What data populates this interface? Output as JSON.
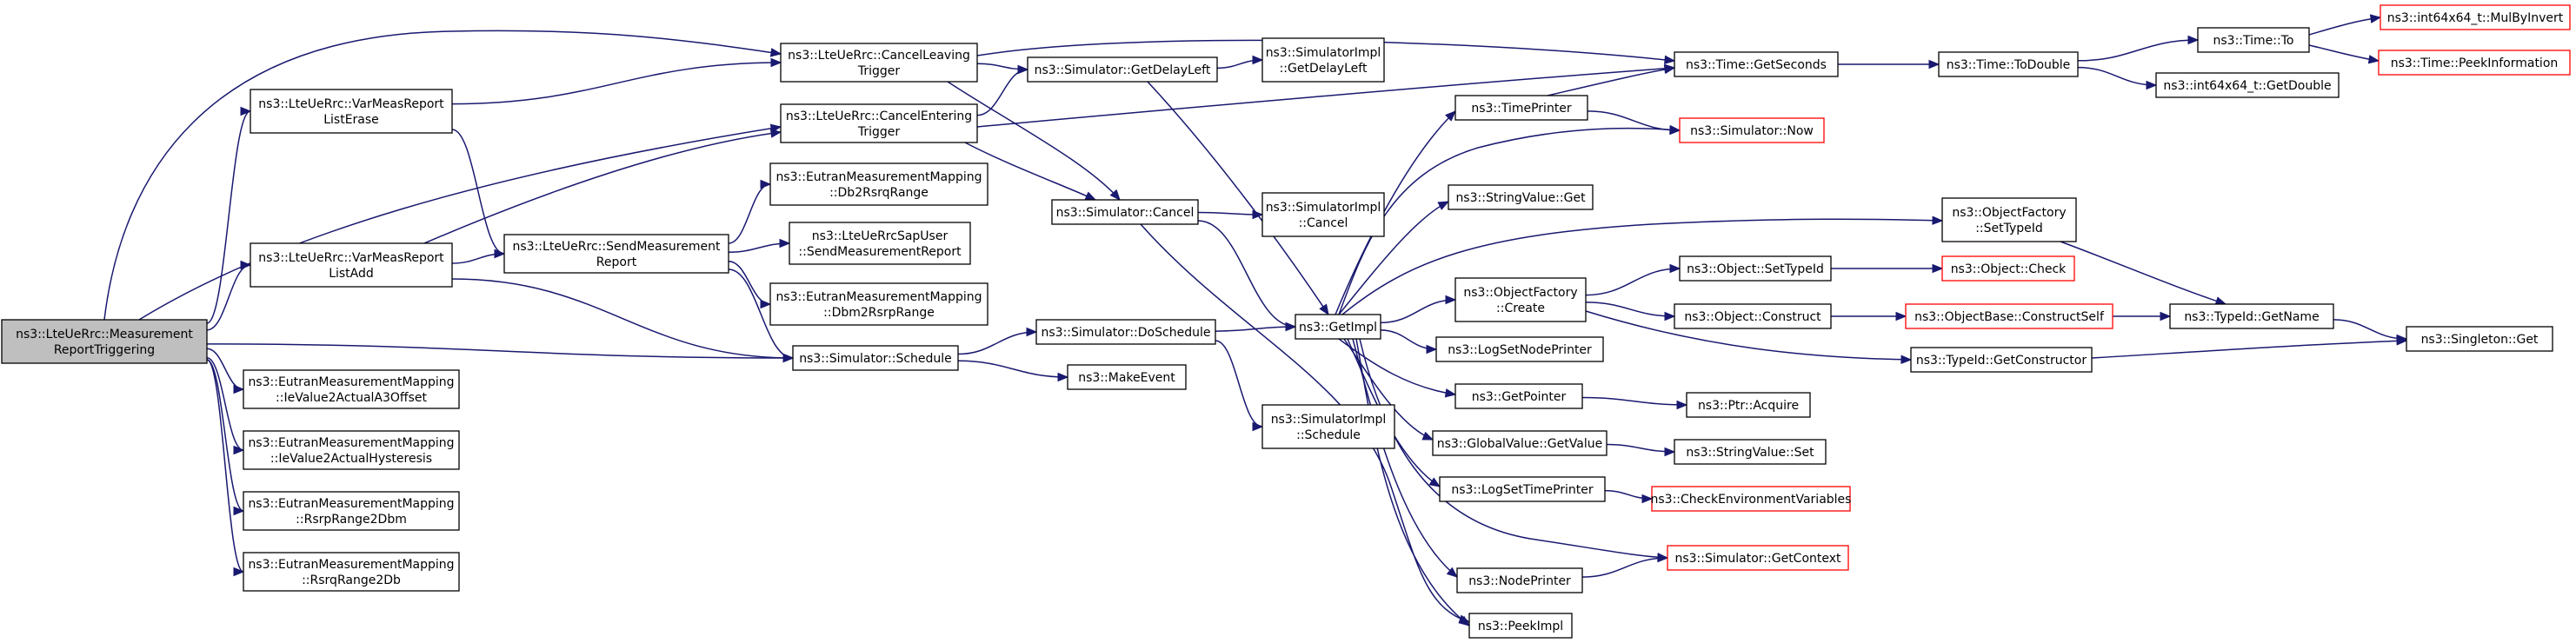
{
  "colors": {
    "root_fill": "#bfbfbf",
    "node_fill": "#ffffff",
    "node_border": "#000000",
    "external_border": "#ff0000",
    "edge": "#191970"
  },
  "nodes": [
    {
      "id": "measurementReportTriggering",
      "lines": [
        "ns3::LteUeRrc::Measurement",
        "ReportTriggering"
      ],
      "style": "root"
    },
    {
      "id": "varMeasReportListErase",
      "lines": [
        "ns3::LteUeRrc::VarMeasReport",
        "ListErase"
      ],
      "style": "normal"
    },
    {
      "id": "varMeasReportListAdd",
      "lines": [
        "ns3::LteUeRrc::VarMeasReport",
        "ListAdd"
      ],
      "style": "normal"
    },
    {
      "id": "ieValue2ActualA3Offset",
      "lines": [
        "ns3::EutranMeasurementMapping",
        "::IeValue2ActualA3Offset"
      ],
      "style": "normal"
    },
    {
      "id": "ieValue2ActualHysteresis",
      "lines": [
        "ns3::EutranMeasurementMapping",
        "::IeValue2ActualHysteresis"
      ],
      "style": "normal"
    },
    {
      "id": "rsrpRange2Dbm",
      "lines": [
        "ns3::EutranMeasurementMapping",
        "::RsrpRange2Dbm"
      ],
      "style": "normal"
    },
    {
      "id": "rsrqRange2Db",
      "lines": [
        "ns3::EutranMeasurementMapping",
        "::RsrqRange2Db"
      ],
      "style": "normal"
    },
    {
      "id": "cancelLeavingTrigger",
      "lines": [
        "ns3::LteUeRrc::CancelLeaving",
        "Trigger"
      ],
      "style": "normal"
    },
    {
      "id": "cancelEnteringTrigger",
      "lines": [
        "ns3::LteUeRrc::CancelEntering",
        "Trigger"
      ],
      "style": "normal"
    },
    {
      "id": "sendMeasurementReport",
      "lines": [
        "ns3::LteUeRrc::SendMeasurement",
        "Report"
      ],
      "style": "normal"
    },
    {
      "id": "db2RsrqRange",
      "lines": [
        "ns3::EutranMeasurementMapping",
        "::Db2RsrqRange"
      ],
      "style": "normal"
    },
    {
      "id": "sapUserSendMeasurementReport",
      "lines": [
        "ns3::LteUeRrcSapUser",
        "::SendMeasurementReport"
      ],
      "style": "normal"
    },
    {
      "id": "dbm2RsrpRange",
      "lines": [
        "ns3::EutranMeasurementMapping",
        "::Dbm2RsrpRange"
      ],
      "style": "normal"
    },
    {
      "id": "simulatorSchedule",
      "lines": [
        "ns3::Simulator::Schedule"
      ],
      "style": "normal"
    },
    {
      "id": "getDelayLeft",
      "lines": [
        "ns3::Simulator::GetDelayLeft"
      ],
      "style": "normal"
    },
    {
      "id": "simulatorCancel",
      "lines": [
        "ns3::Simulator::Cancel"
      ],
      "style": "normal"
    },
    {
      "id": "doSchedule",
      "lines": [
        "ns3::Simulator::DoSchedule"
      ],
      "style": "normal"
    },
    {
      "id": "makeEvent",
      "lines": [
        "ns3::MakeEvent"
      ],
      "style": "normal"
    },
    {
      "id": "implGetDelayLeft",
      "lines": [
        "ns3::SimulatorImpl",
        "::GetDelayLeft"
      ],
      "style": "normal"
    },
    {
      "id": "implCancel",
      "lines": [
        "ns3::SimulatorImpl",
        "::Cancel"
      ],
      "style": "normal"
    },
    {
      "id": "implSchedule",
      "lines": [
        "ns3::SimulatorImpl",
        "::Schedule"
      ],
      "style": "normal"
    },
    {
      "id": "getImpl",
      "lines": [
        "ns3::GetImpl"
      ],
      "style": "normal"
    },
    {
      "id": "timePrinter",
      "lines": [
        "ns3::TimePrinter"
      ],
      "style": "normal"
    },
    {
      "id": "stringValueGet",
      "lines": [
        "ns3::StringValue::Get"
      ],
      "style": "normal"
    },
    {
      "id": "objectFactoryCreate",
      "lines": [
        "ns3::ObjectFactory",
        "::Create"
      ],
      "style": "normal"
    },
    {
      "id": "logSetNodePrinter",
      "lines": [
        "ns3::LogSetNodePrinter"
      ],
      "style": "normal"
    },
    {
      "id": "getPointer",
      "lines": [
        "ns3::GetPointer"
      ],
      "style": "normal"
    },
    {
      "id": "globalValueGetValue",
      "lines": [
        "ns3::GlobalValue::GetValue"
      ],
      "style": "normal"
    },
    {
      "id": "logSetTimePrinter",
      "lines": [
        "ns3::LogSetTimePrinter"
      ],
      "style": "normal"
    },
    {
      "id": "nodePrinter",
      "lines": [
        "ns3::NodePrinter"
      ],
      "style": "normal"
    },
    {
      "id": "peekImpl",
      "lines": [
        "ns3::PeekImpl"
      ],
      "style": "normal"
    },
    {
      "id": "timeGetSeconds",
      "lines": [
        "ns3::Time::GetSeconds"
      ],
      "style": "normal"
    },
    {
      "id": "simulatorNow",
      "lines": [
        "ns3::Simulator::Now"
      ],
      "style": "external"
    },
    {
      "id": "objectSetTypeId",
      "lines": [
        "ns3::Object::SetTypeId"
      ],
      "style": "normal"
    },
    {
      "id": "objectConstruct",
      "lines": [
        "ns3::Object::Construct"
      ],
      "style": "normal"
    },
    {
      "id": "typeIdGetConstructor",
      "lines": [
        "ns3::TypeId::GetConstructor"
      ],
      "style": "normal"
    },
    {
      "id": "ptrAcquire",
      "lines": [
        "ns3::Ptr::Acquire"
      ],
      "style": "normal"
    },
    {
      "id": "stringValueSet",
      "lines": [
        "ns3::StringValue::Set"
      ],
      "style": "normal"
    },
    {
      "id": "checkEnvironmentVariables",
      "lines": [
        "ns3::CheckEnvironmentVariables"
      ],
      "style": "external"
    },
    {
      "id": "simulatorGetContext",
      "lines": [
        "ns3::Simulator::GetContext"
      ],
      "style": "external"
    },
    {
      "id": "objectFactorySetTypeId",
      "lines": [
        "ns3::ObjectFactory",
        "::SetTypeId"
      ],
      "style": "normal"
    },
    {
      "id": "objectCheck",
      "lines": [
        "ns3::Object::Check"
      ],
      "style": "external"
    },
    {
      "id": "objectBaseConstructSelf",
      "lines": [
        "ns3::ObjectBase::ConstructSelf"
      ],
      "style": "external"
    },
    {
      "id": "timeToDouble",
      "lines": [
        "ns3::Time::ToDouble"
      ],
      "style": "normal"
    },
    {
      "id": "timeTo",
      "lines": [
        "ns3::Time::To"
      ],
      "style": "normal"
    },
    {
      "id": "int64GetDouble",
      "lines": [
        "ns3::int64x64_t::GetDouble"
      ],
      "style": "normal"
    },
    {
      "id": "typeIdGetName",
      "lines": [
        "ns3::TypeId::GetName"
      ],
      "style": "normal"
    },
    {
      "id": "singletonGet",
      "lines": [
        "ns3::Singleton::Get"
      ],
      "style": "normal"
    },
    {
      "id": "mulByInvert",
      "lines": [
        "ns3::int64x64_t::MulByInvert"
      ],
      "style": "external"
    },
    {
      "id": "peekInformation",
      "lines": [
        "ns3::Time::PeekInformation"
      ],
      "style": "external"
    }
  ],
  "edges": [
    [
      "measurementReportTriggering",
      "varMeasReportListErase"
    ],
    [
      "measurementReportTriggering",
      "varMeasReportListAdd"
    ],
    [
      "measurementReportTriggering",
      "ieValue2ActualA3Offset"
    ],
    [
      "measurementReportTriggering",
      "ieValue2ActualHysteresis"
    ],
    [
      "measurementReportTriggering",
      "rsrpRange2Dbm"
    ],
    [
      "measurementReportTriggering",
      "rsrqRange2Db"
    ],
    [
      "measurementReportTriggering",
      "cancelLeavingTrigger"
    ],
    [
      "measurementReportTriggering",
      "cancelEnteringTrigger"
    ],
    [
      "measurementReportTriggering",
      "simulatorSchedule"
    ],
    [
      "varMeasReportListErase",
      "cancelLeavingTrigger"
    ],
    [
      "varMeasReportListErase",
      "sendMeasurementReport"
    ],
    [
      "varMeasReportListAdd",
      "cancelEnteringTrigger"
    ],
    [
      "varMeasReportListAdd",
      "sendMeasurementReport"
    ],
    [
      "varMeasReportListAdd",
      "simulatorSchedule"
    ],
    [
      "cancelLeavingTrigger",
      "getDelayLeft"
    ],
    [
      "cancelLeavingTrigger",
      "simulatorCancel"
    ],
    [
      "cancelLeavingTrigger",
      "timeGetSeconds"
    ],
    [
      "cancelEnteringTrigger",
      "getDelayLeft"
    ],
    [
      "cancelEnteringTrigger",
      "simulatorCancel"
    ],
    [
      "cancelEnteringTrigger",
      "timeGetSeconds"
    ],
    [
      "sendMeasurementReport",
      "db2RsrqRange"
    ],
    [
      "sendMeasurementReport",
      "sapUserSendMeasurementReport"
    ],
    [
      "sendMeasurementReport",
      "dbm2RsrpRange"
    ],
    [
      "sendMeasurementReport",
      "simulatorSchedule"
    ],
    [
      "simulatorSchedule",
      "doSchedule"
    ],
    [
      "simulatorSchedule",
      "makeEvent"
    ],
    [
      "getDelayLeft",
      "implGetDelayLeft"
    ],
    [
      "getDelayLeft",
      "getImpl"
    ],
    [
      "simulatorCancel",
      "implCancel"
    ],
    [
      "simulatorCancel",
      "getImpl"
    ],
    [
      "simulatorCancel",
      "peekImpl"
    ],
    [
      "doSchedule",
      "getImpl"
    ],
    [
      "doSchedule",
      "implSchedule"
    ],
    [
      "getImpl",
      "timePrinter"
    ],
    [
      "getImpl",
      "stringValueGet"
    ],
    [
      "getImpl",
      "objectFactoryCreate"
    ],
    [
      "getImpl",
      "logSetNodePrinter"
    ],
    [
      "getImpl",
      "getPointer"
    ],
    [
      "getImpl",
      "globalValueGetValue"
    ],
    [
      "getImpl",
      "logSetTimePrinter"
    ],
    [
      "getImpl",
      "nodePrinter"
    ],
    [
      "getImpl",
      "peekImpl"
    ],
    [
      "getImpl",
      "simulatorNow"
    ],
    [
      "getImpl",
      "simulatorGetContext"
    ],
    [
      "getImpl",
      "objectFactorySetTypeId"
    ],
    [
      "timePrinter",
      "timeGetSeconds"
    ],
    [
      "timePrinter",
      "simulatorNow"
    ],
    [
      "objectFactoryCreate",
      "objectSetTypeId"
    ],
    [
      "objectFactoryCreate",
      "objectConstruct"
    ],
    [
      "objectFactoryCreate",
      "typeIdGetConstructor"
    ],
    [
      "getPointer",
      "ptrAcquire"
    ],
    [
      "globalValueGetValue",
      "stringValueSet"
    ],
    [
      "logSetTimePrinter",
      "checkEnvironmentVariables"
    ],
    [
      "nodePrinter",
      "simulatorGetContext"
    ],
    [
      "objectSetTypeId",
      "objectCheck"
    ],
    [
      "objectConstruct",
      "objectBaseConstructSelf"
    ],
    [
      "objectBaseConstructSelf",
      "typeIdGetName"
    ],
    [
      "objectFactorySetTypeId",
      "typeIdGetName"
    ],
    [
      "typeIdGetConstructor",
      "singletonGet"
    ],
    [
      "typeIdGetName",
      "singletonGet"
    ],
    [
      "timeGetSeconds",
      "timeToDouble"
    ],
    [
      "timeToDouble",
      "timeTo"
    ],
    [
      "timeToDouble",
      "int64GetDouble"
    ],
    [
      "timeTo",
      "mulByInvert"
    ],
    [
      "timeTo",
      "peekInformation"
    ]
  ]
}
